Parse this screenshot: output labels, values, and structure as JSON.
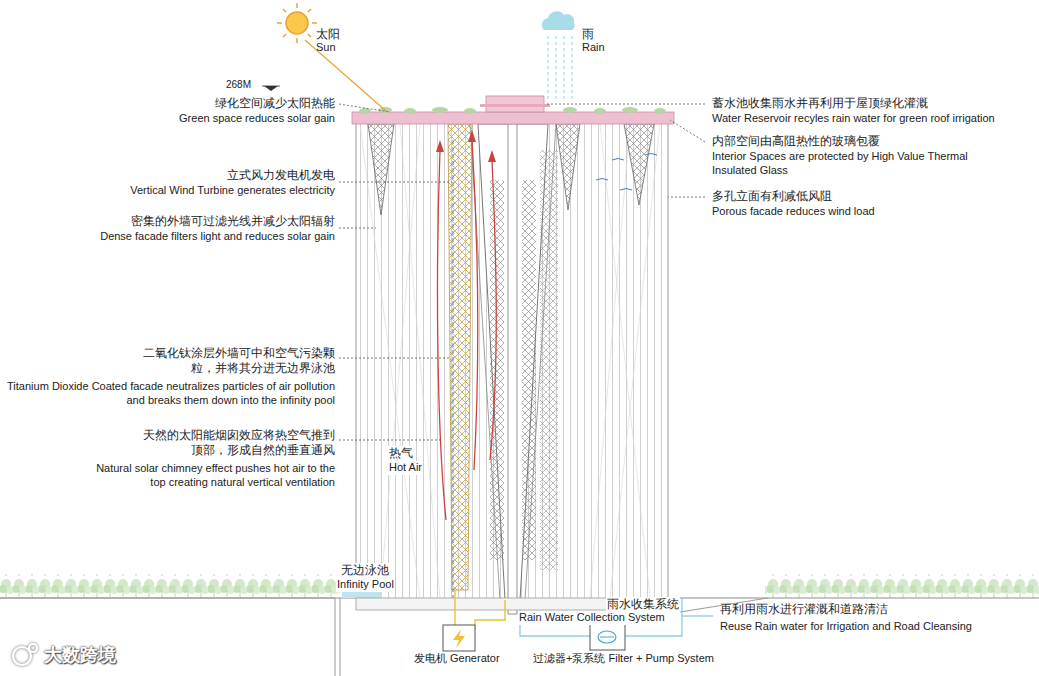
{
  "diagram": {
    "labels": [
      "太阳",
      "Sun",
      "雨",
      "Rain",
      "268M",
      "绿化空间减少太阳热能",
      "Green space reduces solar gain",
      "立式风力发电机发电",
      "Vertical Wind Turbine generates electricity",
      "密集的外墙可过滤光线并减少太阳辐射",
      "Dense facade filters light and reduces solar gain",
      "二氧化钛涂层外墙可中和空气污染颗 粒，并将其分进无边界泳池",
      "Titanium Dioxide Coated facade neutralizes particles of air pollution and breaks them down into the infinity pool",
      "天然的太阳能烟囱效应将热空气推到 顶部，形成自然的垂直通风",
      "Natural solar chimney effect pushes hot air to the top creating natural vertical ventilation",
      "热气",
      "Hot Air",
      "无边泳池",
      "Infinity Pool",
      "发电机 Generator",
      "过滤器+泵系统 Filter + Pump System",
      "雨水收集系统",
      "Rain Water Collection System",
      "再利用雨水进行灌溉和道路清洁",
      "Reuse Rain water for Irrigation and Road Cleansing",
      "蓄水池收集雨水并再利用于屋顶绿化灌溉",
      "Water Reservoir recyles rain water for green roof irrigation",
      "内部空间由高阻热性的玻璃包覆",
      "Interior Spaces are protected by High Value Thermal Insulated Glass",
      "多孔立面有利减低风阻",
      "Porous facade reduces wind load",
      "大数跨境"
    ]
  }
}
